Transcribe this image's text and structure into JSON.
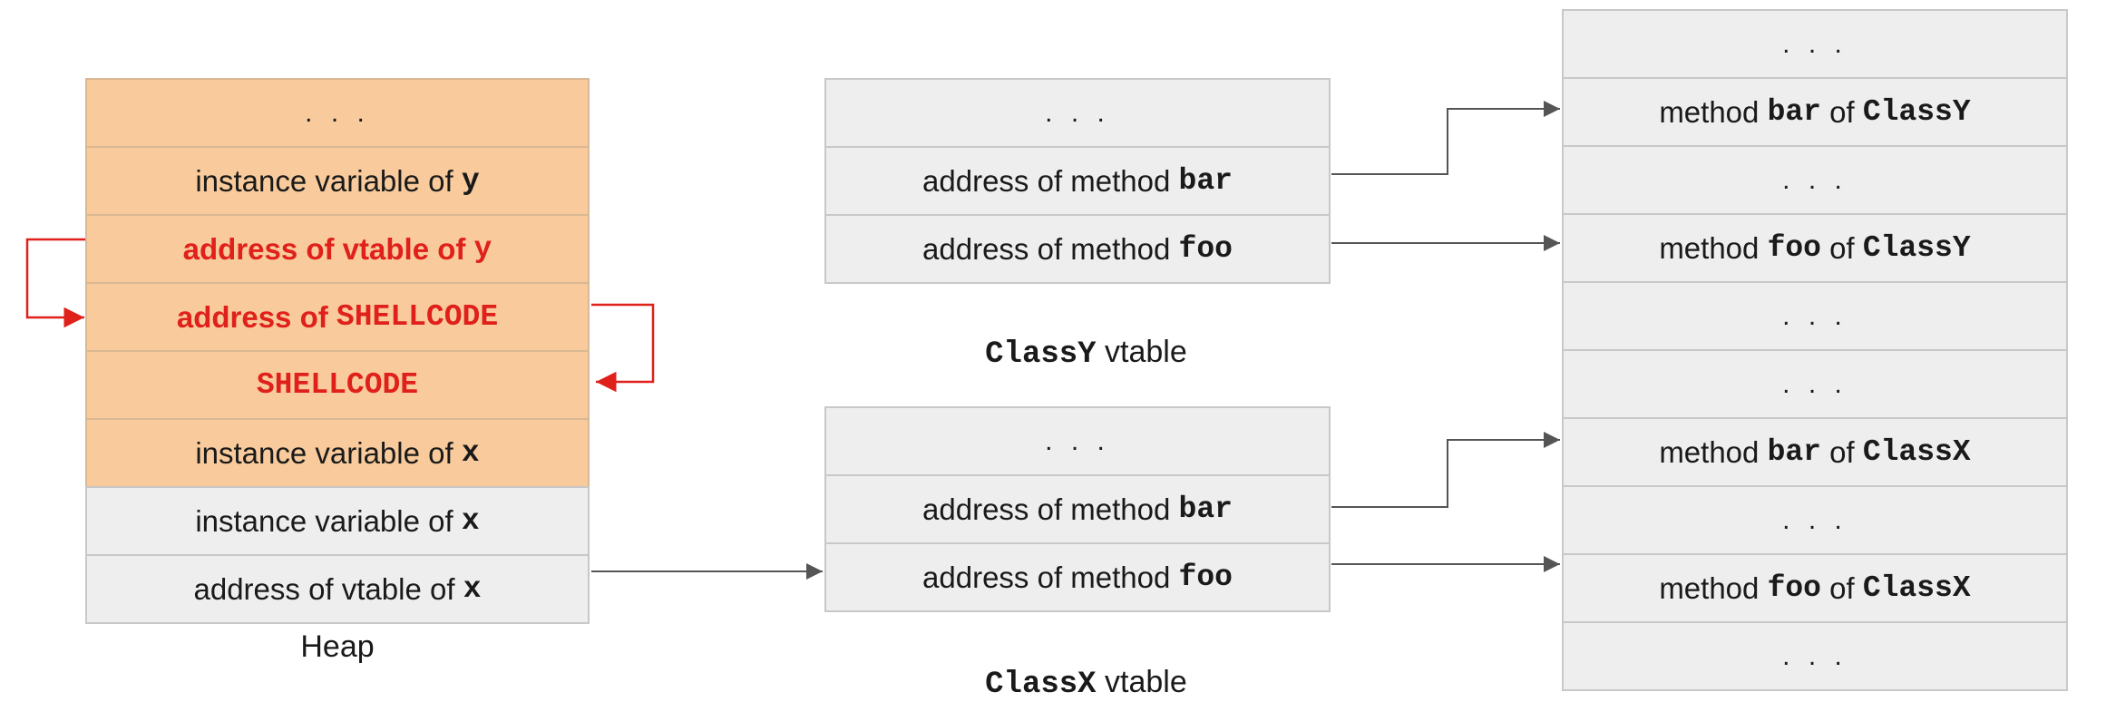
{
  "heap": {
    "caption": "Heap",
    "rows": [
      {
        "pre": "",
        "code": "",
        "post": "",
        "dots": ". . ."
      },
      {
        "pre": "instance variable of ",
        "code": "y",
        "post": ""
      },
      {
        "pre": "address of vtable of ",
        "code": "y",
        "post": ""
      },
      {
        "pre": "address of ",
        "code": "SHELLCODE",
        "post": ""
      },
      {
        "pre": "",
        "code": "SHELLCODE",
        "post": ""
      },
      {
        "pre": "instance variable of ",
        "code": "x",
        "post": ""
      },
      {
        "pre": "instance variable of ",
        "code": "x",
        "post": ""
      },
      {
        "pre": "address of vtable of ",
        "code": "x",
        "post": ""
      }
    ]
  },
  "vtable_y": {
    "caption_code": "ClassY",
    "caption_text": " vtable",
    "rows": [
      {
        "dots": ". . ."
      },
      {
        "pre": "address of method ",
        "code": "bar"
      },
      {
        "pre": "address of method ",
        "code": "foo"
      }
    ]
  },
  "vtable_x": {
    "caption_code": "ClassX",
    "caption_text": " vtable",
    "rows": [
      {
        "dots": ". . ."
      },
      {
        "pre": "address of method ",
        "code": "bar"
      },
      {
        "pre": "address of method ",
        "code": "foo"
      }
    ]
  },
  "methods": {
    "rows": [
      {
        "dots": ". . ."
      },
      {
        "pre": "method ",
        "code": "bar",
        "mid": " of ",
        "code2": "ClassY"
      },
      {
        "dots": ". . ."
      },
      {
        "pre": "method ",
        "code": "foo",
        "mid": " of ",
        "code2": "ClassY"
      },
      {
        "dots": ". . ."
      },
      {
        "dots": ". . ."
      },
      {
        "pre": "method ",
        "code": "bar",
        "mid": " of ",
        "code2": "ClassX"
      },
      {
        "dots": ". . ."
      },
      {
        "pre": "method ",
        "code": "foo",
        "mid": " of ",
        "code2": "ClassX"
      },
      {
        "dots": ". . ."
      }
    ]
  },
  "colors": {
    "orange_cell": "#f9cb9c",
    "gray_cell": "#eeeeee",
    "attack_red": "#e0201a",
    "arrow_gray": "#555555"
  }
}
